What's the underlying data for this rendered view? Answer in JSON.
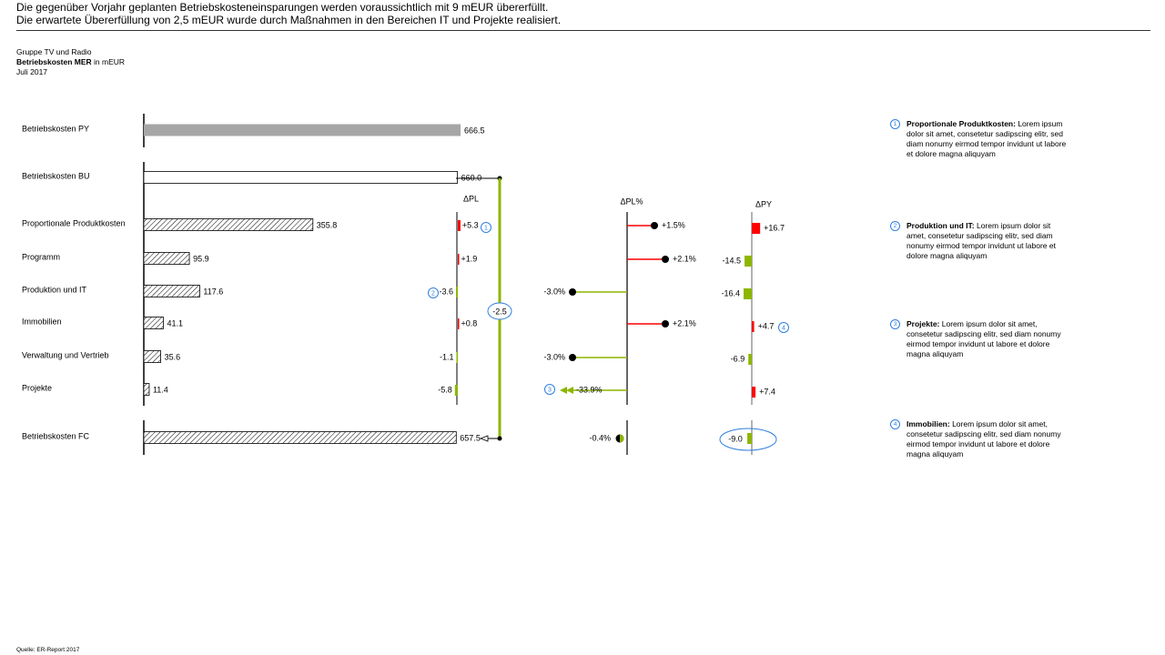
{
  "headline": {
    "line1": "Die gegenüber Vorjahr geplanten Betriebskosteneinsparungen werden voraussichtlich mit 9 mEUR übererfüllt.",
    "line2": "Die erwartete Übererfüllung von 2,5 mEUR wurde durch Maßnahmen in den Bereichen IT und Projekte realisiert."
  },
  "chart_meta": {
    "entity": "Gruppe TV und Radio",
    "measure_bold": "Betriebskosten MER",
    "measure_unit": " in mEUR",
    "period": "Juli 2017"
  },
  "chart_data": {
    "type": "bar",
    "title": "",
    "unit": "mEUR",
    "categories": [
      "Betriebskosten PY",
      "Betriebskosten BU",
      "Proportionale Produktkosten",
      "Programm",
      "Produktion und IT",
      "Immobilien",
      "Verwaltung und Vertrieb",
      "Projekte",
      "Betriebskosten FC"
    ],
    "values": [
      666.5,
      660.0,
      355.8,
      95.9,
      117.6,
      41.1,
      35.6,
      11.4,
      657.5
    ],
    "value_labels": [
      "666.5",
      "660.0",
      "355.8",
      "95.9",
      "117.6",
      "41.1",
      "35.6",
      "11.4",
      "657.5"
    ],
    "delta_pl": {
      "header": "ΔPL",
      "values": [
        5.3,
        1.9,
        -3.6,
        0.8,
        -1.1,
        -5.8
      ],
      "labels": [
        "+5.3",
        "+1.9",
        "-3.6",
        "+0.8",
        "-1.1",
        "-5.8"
      ],
      "total": "-2.5"
    },
    "delta_pl_pct": {
      "header": "ΔPL%",
      "values": [
        1.5,
        2.1,
        -3.0,
        2.1,
        -3.0,
        -33.9
      ],
      "labels": [
        "+1.5%",
        "+2.1%",
        "-3.0%",
        "+2.1%",
        "-3.0%",
        "-33.9%"
      ],
      "total_value": -0.4,
      "total_label": "-0.4%"
    },
    "delta_py": {
      "header": "ΔPY",
      "values": [
        16.7,
        -14.5,
        -16.4,
        4.7,
        -6.9,
        7.4
      ],
      "labels": [
        "+16.7",
        "-14.5",
        "-16.4",
        "+4.7",
        "-6.9",
        "+7.4"
      ],
      "total_value": -9.0,
      "total_label": "-9.0"
    },
    "annotation_markers": [
      {
        "id": "1",
        "label": "1"
      },
      {
        "id": "2",
        "label": "2"
      },
      {
        "id": "3",
        "label": "3"
      },
      {
        "id": "4",
        "label": "4"
      }
    ],
    "colors": {
      "py_bar": "#a6a6a6",
      "positive": "#ff0000",
      "negative": "#8db600",
      "marker_blue": "#2f7fe0",
      "axis": "#000000"
    }
  },
  "notes": [
    {
      "num": "1",
      "head": "Proportionale Produktkosten:",
      "text": " Lorem ipsum dolor sit amet, consetetur sadipscing elitr, sed diam nonumy eirmod tempor invidunt ut labore et dolore magna aliquyam"
    },
    {
      "num": "2",
      "head": "Produktion und IT:",
      "text": " Lorem ipsum dolor sit amet, consetetur sadipscing elitr, sed diam nonumy eirmod tempor invidunt ut labore et dolore magna aliquyam"
    },
    {
      "num": "3",
      "head": "Projekte:",
      "text": " Lorem ipsum dolor sit amet, consetetur sadipscing elitr, sed diam nonumy eirmod tempor invidunt ut labore et dolore magna aliquyam"
    },
    {
      "num": "4",
      "head": "Immobilien:",
      "text": " Lorem ipsum dolor sit amet, consetetur sadipscing elitr, sed diam nonumy eirmod tempor invidunt ut labore et dolore magna aliquyam"
    }
  ],
  "source": "Quelle: ER-Report 2017"
}
